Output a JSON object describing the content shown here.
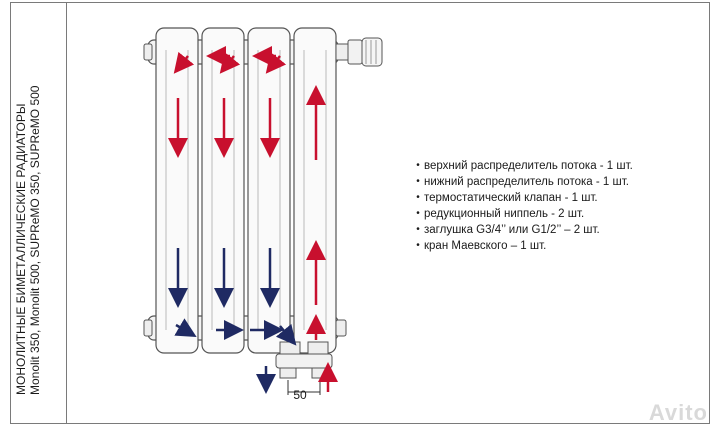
{
  "title_lines": [
    "МОНОЛИТНЫЕ БИМЕТАЛЛИЧЕСКИЕ РАДИАТОРЫ",
    "Monolit 350, Monolit 500, SUPReMO 350, SUPReMO 500"
  ],
  "components": [
    "верхний распределитель потока - 1 шт.",
    "нижний распределитель потока - 1 шт.",
    "термостатический клапан - 1 шт.",
    "редукционный ниппель - 2 шт.",
    "заглушка G3/4’’ или G1/2’’ – 2 шт.",
    "кран Маевского – 1 шт."
  ],
  "dimension_label": "50",
  "watermark": "Avito",
  "colors": {
    "hot": "#c8102e",
    "cold": "#1f2a63",
    "outline": "#555555"
  }
}
